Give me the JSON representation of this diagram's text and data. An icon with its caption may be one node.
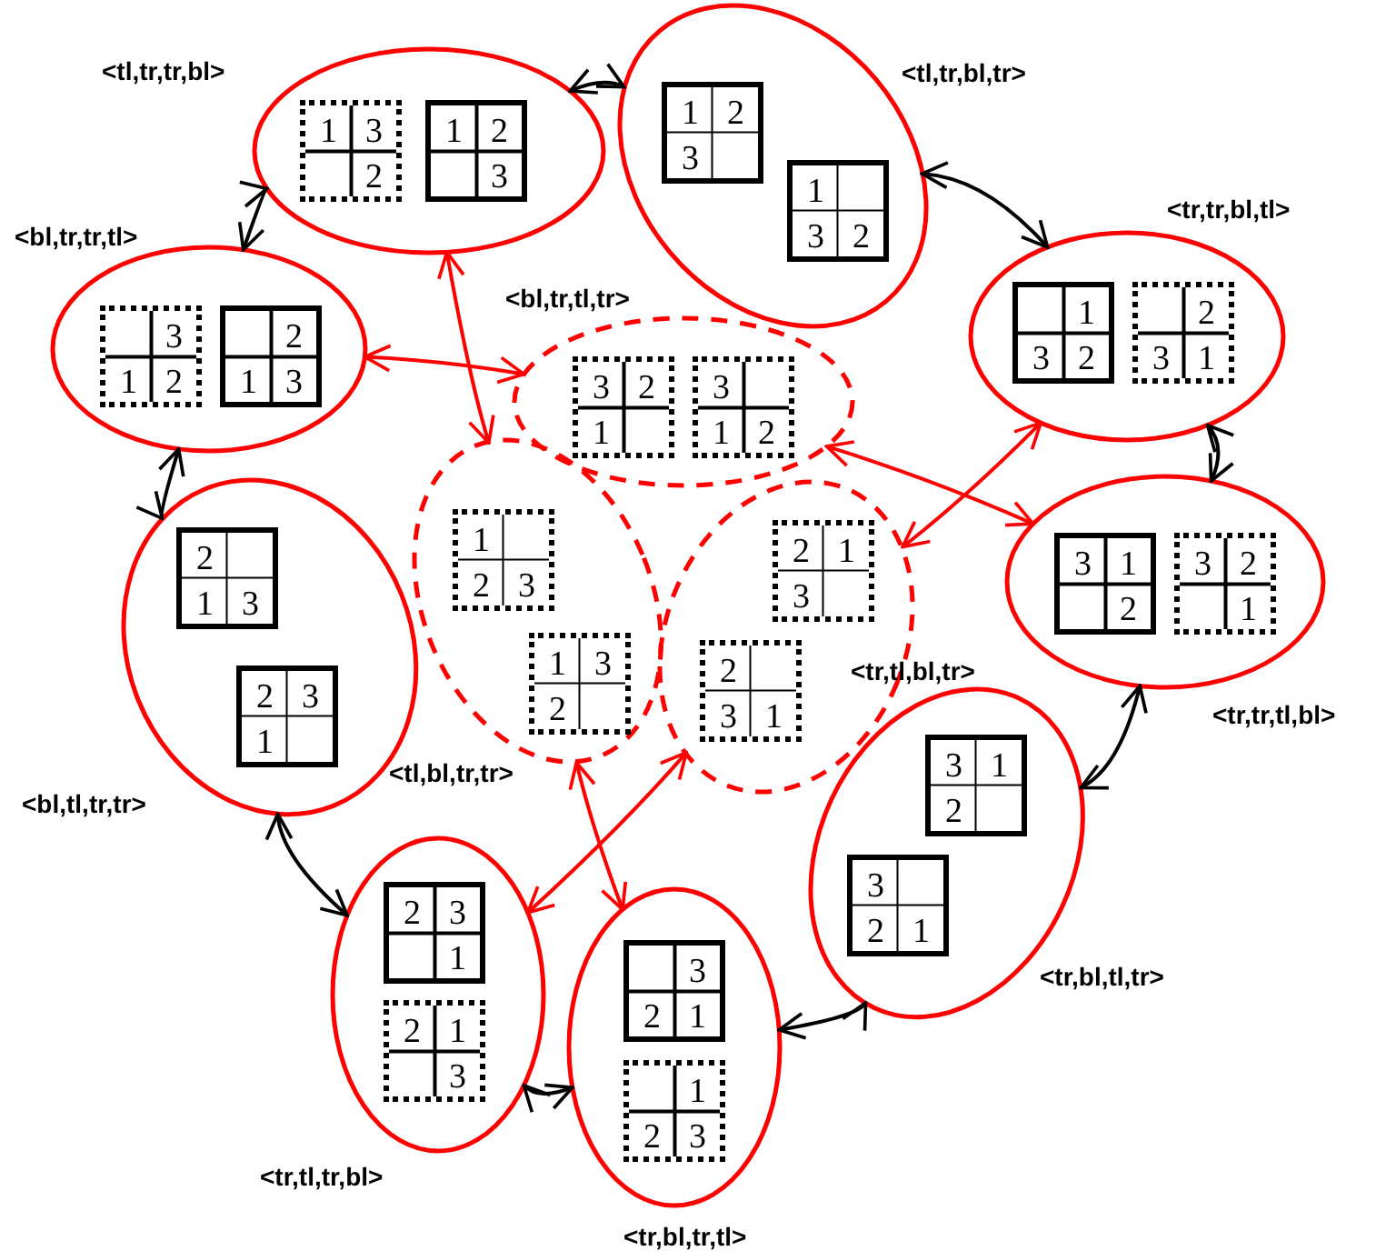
{
  "diagram": {
    "nodes": [
      {
        "text": [],
        "shape": "ellipse",
        "beside": [
          "<tl,tr,tr,bl>"
        ]
      },
      {
        "text": [
          "1",
          "3",
          "2"
        ],
        "in": 0
      },
      {
        "text": [
          "1",
          "2",
          "3"
        ],
        "in": 0
      },
      {
        "text": [],
        "shape": "ellipse",
        "beside": [
          "<tl,tr,bl,tr>"
        ]
      },
      {
        "text": [
          "1",
          "2",
          "3"
        ],
        "in": 3
      },
      {
        "text": [
          "1",
          "3",
          "2"
        ],
        "in": 3
      },
      {
        "text": [],
        "shape": "ellipse",
        "beside": [
          "<tr,tr,bl,tl>"
        ]
      },
      {
        "text": [
          "1",
          "3",
          "2"
        ],
        "in": 6
      },
      {
        "text": [
          "2",
          "3",
          "1"
        ],
        "in": 6
      },
      {
        "text": [],
        "shape": "ellipse",
        "beside": [
          "<tr,tr,tl,bl>"
        ]
      },
      {
        "text": [
          "3",
          "1",
          "2"
        ],
        "in": 9
      },
      {
        "text": [
          "3",
          "2",
          "1"
        ],
        "in": 9
      },
      {
        "text": [],
        "shape": "ellipse",
        "beside": [
          "<tr,bl,tl,tr>"
        ]
      },
      {
        "text": [
          "3",
          "1",
          "2"
        ],
        "in": 12
      },
      {
        "text": [
          "3",
          "2",
          "1"
        ],
        "in": 12
      },
      {
        "text": [],
        "shape": "ellipse",
        "beside": [
          "<tr,bl,tr,tl>"
        ]
      },
      {
        "text": [
          "3",
          "2",
          "1"
        ],
        "in": 15
      },
      {
        "text": [
          "1",
          "2",
          "3"
        ],
        "in": 15
      },
      {
        "text": [],
        "shape": "ellipse",
        "beside": [
          "<tr,tl,tr,bl>"
        ]
      },
      {
        "text": [
          "2",
          "3",
          "1"
        ],
        "in": 18
      },
      {
        "text": [
          "2",
          "1",
          "3"
        ],
        "in": 18
      },
      {
        "text": [],
        "shape": "ellipse",
        "beside": [
          "<bl,tl,tr,tr>"
        ]
      },
      {
        "text": [
          "2",
          "1",
          "3"
        ],
        "in": 21
      },
      {
        "text": [
          "2",
          "3",
          "1"
        ],
        "in": 21
      },
      {
        "text": [],
        "shape": "ellipse",
        "beside": [
          "<bl,tr,tr,tl>"
        ]
      },
      {
        "text": [
          "3",
          "1",
          "2"
        ],
        "in": 24
      },
      {
        "text": [
          "2",
          "1",
          "3"
        ],
        "in": 24
      },
      {
        "text": [],
        "shape": "ellipse",
        "beside": [
          "<bl,tr,tl,tr>"
        ]
      },
      {
        "text": [
          "3",
          "2",
          "1"
        ],
        "in": 27
      },
      {
        "text": [
          "3",
          "1",
          "2"
        ],
        "in": 27
      },
      {
        "text": [],
        "shape": "ellipse",
        "beside": [
          "<tl,bl,tr,tr>"
        ]
      },
      {
        "text": [
          "1",
          "2",
          "3"
        ],
        "in": 30
      },
      {
        "text": [
          "1",
          "3",
          "2"
        ],
        "in": 30
      },
      {
        "text": [],
        "shape": "ellipse",
        "beside": [
          "<tr,tl,bl,tr>"
        ]
      },
      {
        "text": [
          "2",
          "1",
          "3"
        ],
        "in": 33
      },
      {
        "text": [
          "2",
          "3",
          "1"
        ],
        "in": 33
      }
    ],
    "edges": [
      {
        "from": 0,
        "to": 3,
        "arrow": "both"
      },
      {
        "from": 3,
        "to": 6,
        "arrow": "both"
      },
      {
        "from": 6,
        "to": 9,
        "arrow": "both"
      },
      {
        "from": 9,
        "to": 12,
        "arrow": "both"
      },
      {
        "from": 12,
        "to": 15,
        "arrow": "both"
      },
      {
        "from": 15,
        "to": 18,
        "arrow": "both"
      },
      {
        "from": 18,
        "to": 21,
        "arrow": "both"
      },
      {
        "from": 21,
        "to": 24,
        "arrow": "both"
      },
      {
        "from": 24,
        "to": 0,
        "arrow": "both"
      },
      {
        "from": 24,
        "to": 27,
        "arrow": "both",
        "color": "#ff0000"
      },
      {
        "from": 0,
        "to": 30,
        "arrow": "both",
        "color": "#ff0000"
      },
      {
        "from": 27,
        "to": 9,
        "arrow": "both",
        "color": "#ff0000"
      },
      {
        "from": 6,
        "to": 33,
        "arrow": "both",
        "color": "#ff0000"
      },
      {
        "from": 30,
        "to": 15,
        "arrow": "both",
        "color": "#ff0000"
      },
      {
        "from": 33,
        "to": 18,
        "arrow": "both",
        "color": "#ff0000"
      }
    ]
  }
}
